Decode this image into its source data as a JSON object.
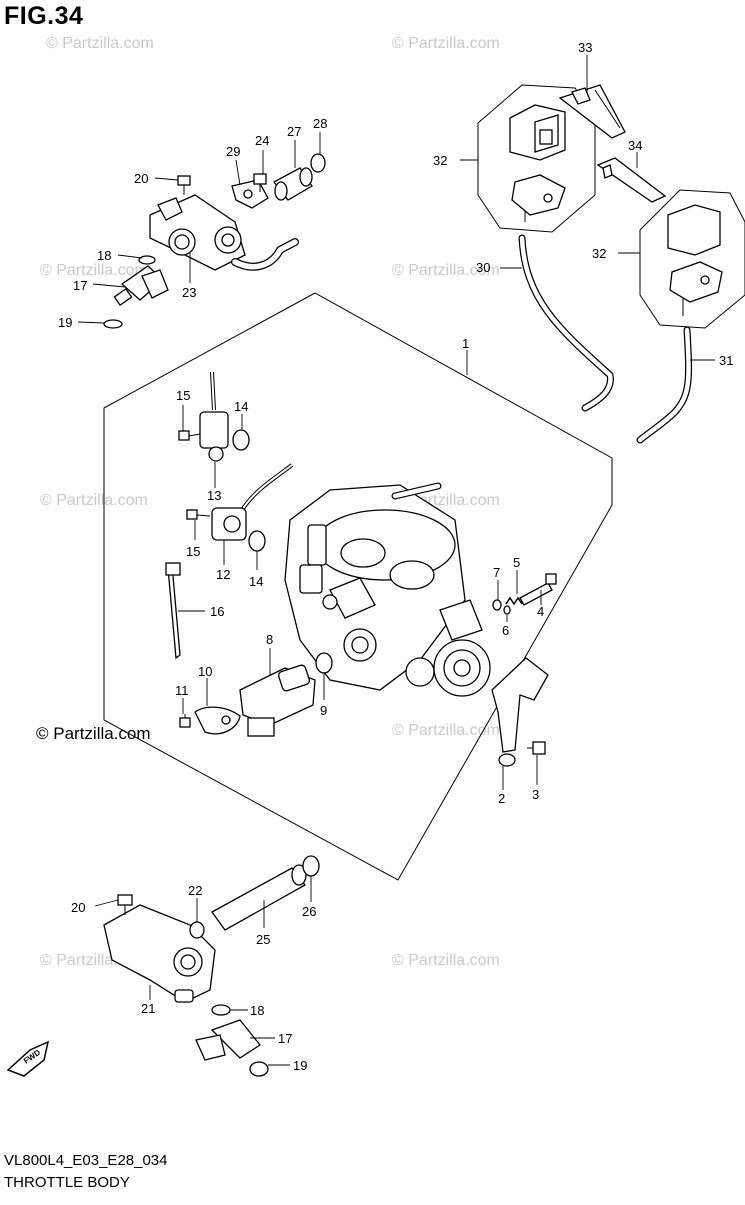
{
  "figure": {
    "title": "FIG.34",
    "code": "VL800L4_E03_E28_034",
    "subtitle": "THROTTLE BODY",
    "copyright": "© Partzilla.com",
    "watermark": "© Partzilla.com",
    "fwd_label": "FWD"
  },
  "callouts": [
    {
      "id": "c33",
      "label": "33"
    },
    {
      "id": "c32a",
      "label": "32"
    },
    {
      "id": "c34",
      "label": "34"
    },
    {
      "id": "c32b",
      "label": "32"
    },
    {
      "id": "c30",
      "label": "30"
    },
    {
      "id": "c31",
      "label": "31"
    },
    {
      "id": "c1",
      "label": "1"
    },
    {
      "id": "c24",
      "label": "24"
    },
    {
      "id": "c27",
      "label": "27"
    },
    {
      "id": "c28",
      "label": "28"
    },
    {
      "id": "c29",
      "label": "29"
    },
    {
      "id": "c20a",
      "label": "20"
    },
    {
      "id": "c18a",
      "label": "18"
    },
    {
      "id": "c17a",
      "label": "17"
    },
    {
      "id": "c19a",
      "label": "19"
    },
    {
      "id": "c23",
      "label": "23"
    },
    {
      "id": "c15a",
      "label": "15"
    },
    {
      "id": "c14a",
      "label": "14"
    },
    {
      "id": "c13",
      "label": "13"
    },
    {
      "id": "c15b",
      "label": "15"
    },
    {
      "id": "c12",
      "label": "12"
    },
    {
      "id": "c14b",
      "label": "14"
    },
    {
      "id": "c16",
      "label": "16"
    },
    {
      "id": "c7",
      "label": "7"
    },
    {
      "id": "c5",
      "label": "5"
    },
    {
      "id": "c4",
      "label": "4"
    },
    {
      "id": "c6",
      "label": "6"
    },
    {
      "id": "c8",
      "label": "8"
    },
    {
      "id": "c9",
      "label": "9"
    },
    {
      "id": "c10",
      "label": "10"
    },
    {
      "id": "c11",
      "label": "11"
    },
    {
      "id": "c2",
      "label": "2"
    },
    {
      "id": "c3",
      "label": "3"
    },
    {
      "id": "c20b",
      "label": "20"
    },
    {
      "id": "c22",
      "label": "22"
    },
    {
      "id": "c26",
      "label": "26"
    },
    {
      "id": "c25",
      "label": "25"
    },
    {
      "id": "c21",
      "label": "21"
    },
    {
      "id": "c18b",
      "label": "18"
    },
    {
      "id": "c17b",
      "label": "17"
    },
    {
      "id": "c19b",
      "label": "19"
    }
  ]
}
